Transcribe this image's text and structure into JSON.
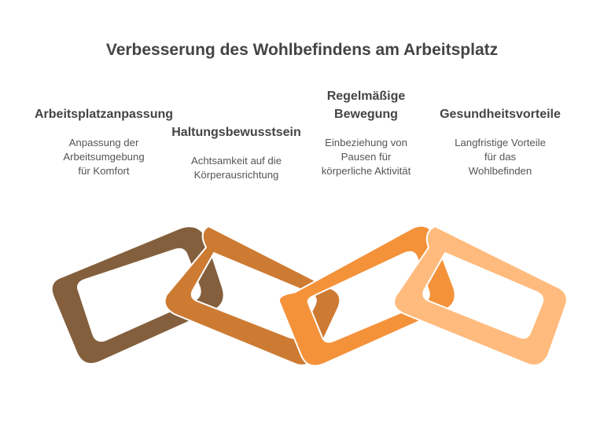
{
  "title": "Verbesserung des Wohlbefindens am Arbeitsplatz",
  "steps": [
    {
      "heading": "Arbeitsplatzanpassung",
      "description": "Anpassung der\nArbeitsumgebung\nfür Komfort",
      "color": "#845f3d"
    },
    {
      "heading": "Haltungsbewusstsein",
      "description": "Achtsamkeit auf die\nKörperausrichtung",
      "color": "#cd7b33"
    },
    {
      "heading": "Regelmäßige\nBewegung",
      "description": "Einbeziehung von\nPausen für\nkörperliche Aktivität",
      "color": "#f4923a"
    },
    {
      "heading": "Gesundheitsvorteile",
      "description": "Langfristige Vorteile\nfür das\nWohlbefinden",
      "color": "#ffbb7d"
    }
  ]
}
